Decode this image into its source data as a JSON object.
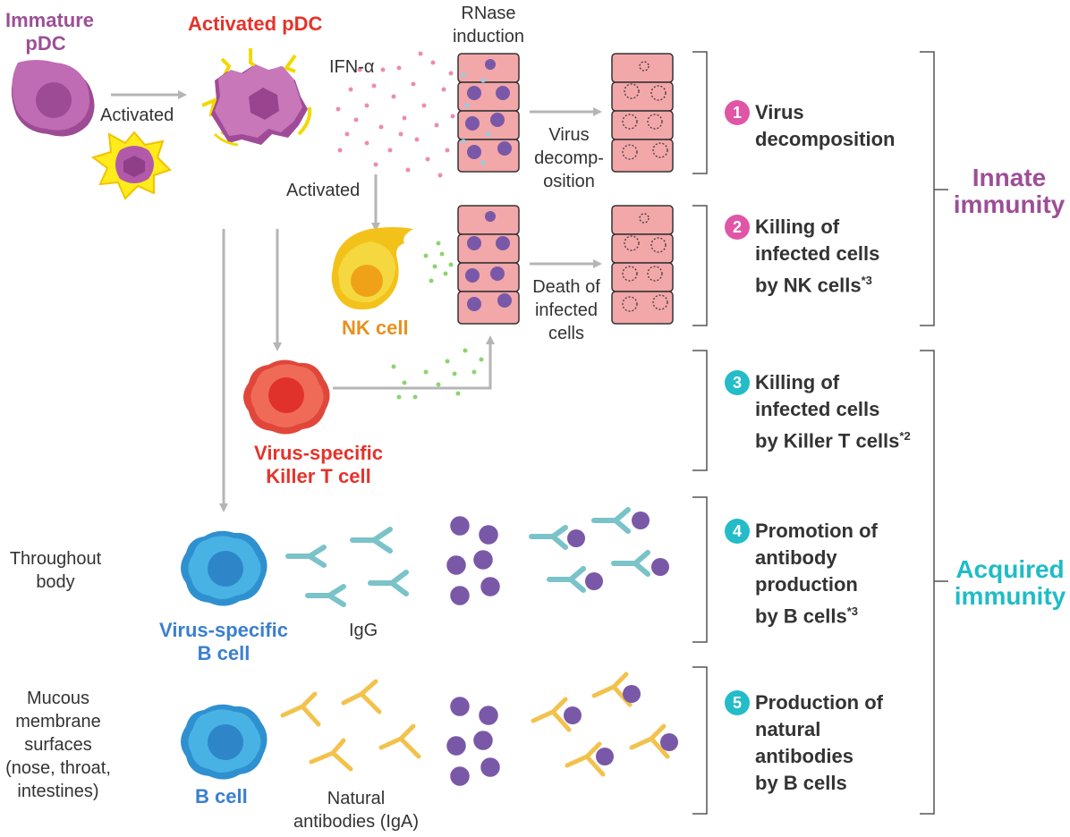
{
  "labels": {
    "immature_pdc": [
      "Immature",
      "pDC"
    ],
    "activated_pdc": "Activated pDC",
    "activated_1": "Activated",
    "activated_2": "Activated",
    "ifn": "IFN-α",
    "rnase": [
      "RNase",
      "induction"
    ],
    "virus_decomp": [
      "Virus",
      "decomp-",
      "osition"
    ],
    "death": [
      "Death of",
      "infected",
      "cells"
    ],
    "nk_cell": "NK cell",
    "killer_t": [
      "Virus-specific",
      "Killer T cell"
    ],
    "throughout": [
      "Throughout",
      "body"
    ],
    "mucous": [
      "Mucous",
      "membrane",
      "surfaces",
      "(nose, throat,",
      "intestines)"
    ],
    "virus_b": [
      "Virus-specific",
      "B cell"
    ],
    "b_cell": "B cell",
    "igg": "IgG",
    "natural_ab": [
      "Natural",
      "antibodies (IgA)"
    ]
  },
  "benefits": [
    {
      "num": "1",
      "lines": [
        "Virus",
        "decomposition"
      ],
      "sup": ""
    },
    {
      "num": "2",
      "lines": [
        "Killing of",
        "infected cells",
        "by NK cells"
      ],
      "sup": "*3"
    },
    {
      "num": "3",
      "lines": [
        "Killing of",
        "infected cells",
        "by Killer T cells"
      ],
      "sup": "*2"
    },
    {
      "num": "4",
      "lines": [
        "Promotion of",
        "antibody",
        "production",
        "by B cells"
      ],
      "sup": "*3"
    },
    {
      "num": "5",
      "lines": [
        "Production of",
        "natural",
        "antibodies",
        "by B cells"
      ],
      "sup": ""
    }
  ],
  "immunity": {
    "innate": [
      "Innate",
      "immunity"
    ],
    "acquired": [
      "Acquired",
      "immunity"
    ]
  },
  "colors": {
    "pdc": "#b05aa6",
    "killer_t": "#e5332a",
    "nk": "#f2b51a",
    "b_cell": "#36a6de",
    "virus": "#7a58a8",
    "igg": "#79c3c9",
    "iga": "#f2c24c",
    "tissue": "#f2a7a9",
    "innate_text": "#9c4f96",
    "acquired_text": "#1fbcc6"
  }
}
